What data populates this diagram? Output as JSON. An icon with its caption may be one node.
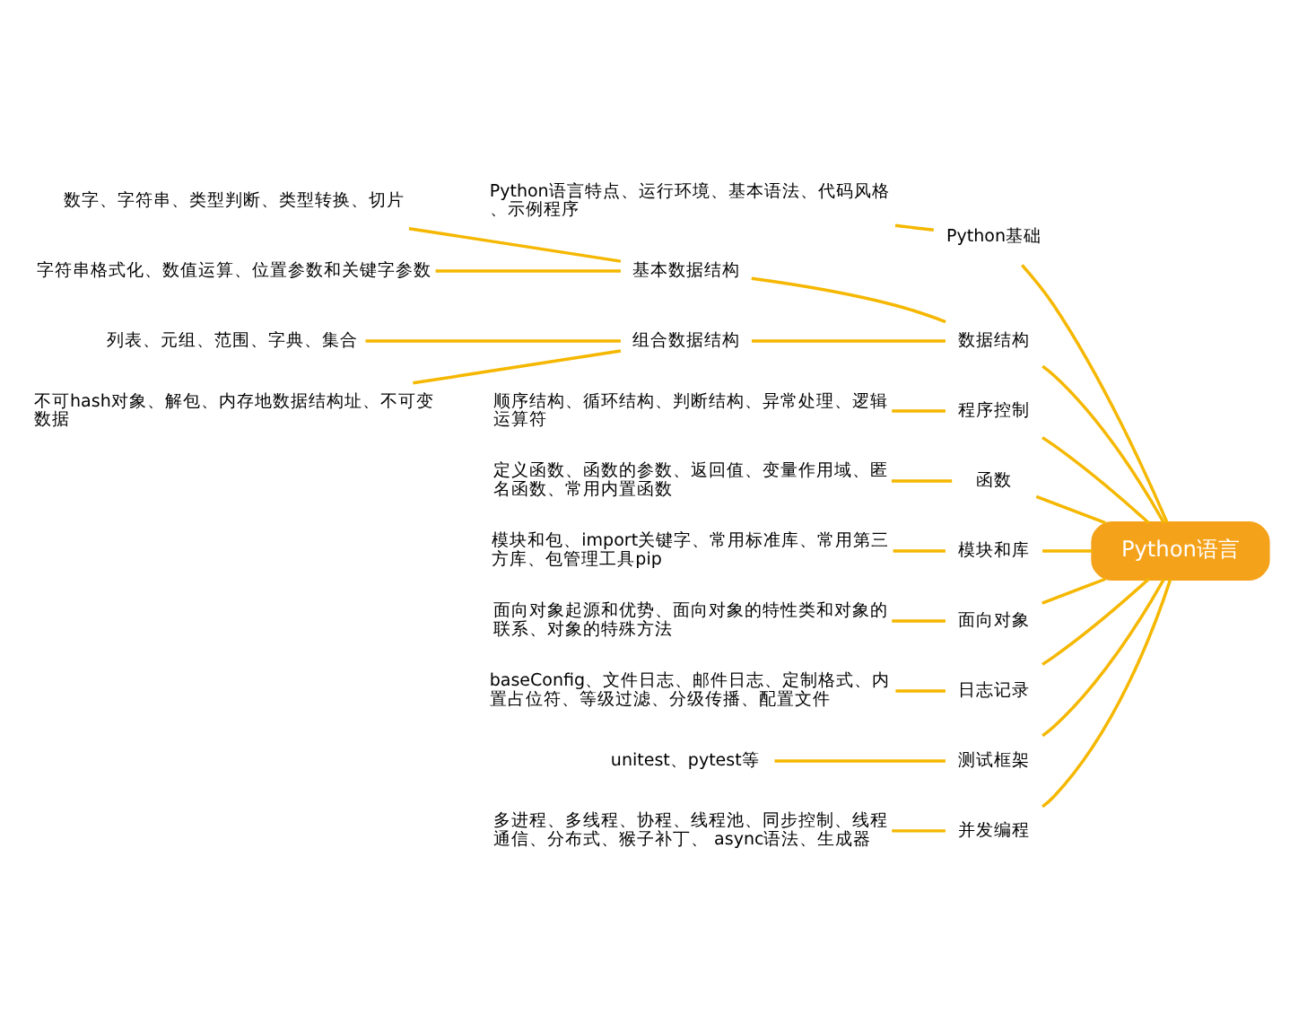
{
  "diagram": {
    "nodes": [
      {
        "text": [
          "Python语言"
        ]
      },
      {
        "text": [
          "Python基础"
        ]
      },
      {
        "text": [
          "Python语言特点、运行环境、基本语法、代码风格、示例程序"
        ]
      },
      {
        "text": [
          "数据结构"
        ]
      },
      {
        "text": [
          "基本数据结构"
        ]
      },
      {
        "text": [
          "数字、字符串、类型判断、类型转换、切片"
        ]
      },
      {
        "text": [
          "字符串格式化、数值运算、位置参数和关键字参数"
        ]
      },
      {
        "text": [
          "组合数据结构"
        ]
      },
      {
        "text": [
          "列表、元组、范围、字典、集合"
        ]
      },
      {
        "text": [
          "不可hash对象、解包、内存地数据结构址、不可变数据"
        ]
      },
      {
        "text": [
          "程序控制"
        ]
      },
      {
        "text": [
          "顺序结构、循环结构、判断结构、异常处理、逻辑运算符"
        ]
      },
      {
        "text": [
          "函数"
        ]
      },
      {
        "text": [
          "定义函数、函数的参数、返回值、变量作用域、匿名函数、常用内置函数"
        ]
      },
      {
        "text": [
          "模块和库"
        ]
      },
      {
        "text": [
          "模块和包、import关键字、常用标准库、常用第三方库、包管理工具pip"
        ]
      },
      {
        "text": [
          "面向对象"
        ]
      },
      {
        "text": [
          "面向对象起源和优势、面向对象的特性类和对象的联系、对象的特殊方法"
        ]
      },
      {
        "text": [
          "日志记录"
        ]
      },
      {
        "text": [
          "baseConfig、文件日志、邮件日志、定制格式、内置占位符、等级过滤、分级传播、配置文件"
        ]
      },
      {
        "text": [
          "测试框架"
        ]
      },
      {
        "text": [
          "unitest、pytest等"
        ]
      },
      {
        "text": [
          "并发编程"
        ]
      },
      {
        "text": [
          "多进程、多线程、协程、线程池、同步控制、线程通信、分布式、猴子补丁、 async语法、生成器"
        ]
      }
    ],
    "edges": [
      {
        "from": 0,
        "to": 1,
        "arrow": "none"
      },
      {
        "from": 1,
        "to": 2,
        "arrow": "none"
      },
      {
        "from": 0,
        "to": 3,
        "arrow": "none"
      },
      {
        "from": 3,
        "to": 4,
        "arrow": "none"
      },
      {
        "from": 4,
        "to": 5,
        "arrow": "none"
      },
      {
        "from": 4,
        "to": 6,
        "arrow": "none"
      },
      {
        "from": 3,
        "to": 7,
        "arrow": "none"
      },
      {
        "from": 7,
        "to": 8,
        "arrow": "none"
      },
      {
        "from": 7,
        "to": 9,
        "arrow": "none"
      },
      {
        "from": 0,
        "to": 10,
        "arrow": "none"
      },
      {
        "from": 10,
        "to": 11,
        "arrow": "none"
      },
      {
        "from": 0,
        "to": 12,
        "arrow": "none"
      },
      {
        "from": 12,
        "to": 13,
        "arrow": "none"
      },
      {
        "from": 0,
        "to": 14,
        "arrow": "none"
      },
      {
        "from": 14,
        "to": 15,
        "arrow": "none"
      },
      {
        "from": 0,
        "to": 16,
        "arrow": "none"
      },
      {
        "from": 16,
        "to": 17,
        "arrow": "none"
      },
      {
        "from": 0,
        "to": 18,
        "arrow": "none"
      },
      {
        "from": 18,
        "to": 19,
        "arrow": "none"
      },
      {
        "from": 0,
        "to": 20,
        "arrow": "none"
      },
      {
        "from": 20,
        "to": 21,
        "arrow": "none"
      },
      {
        "from": 0,
        "to": 22,
        "arrow": "none"
      },
      {
        "from": 22,
        "to": 23,
        "arrow": "none"
      }
    ]
  }
}
